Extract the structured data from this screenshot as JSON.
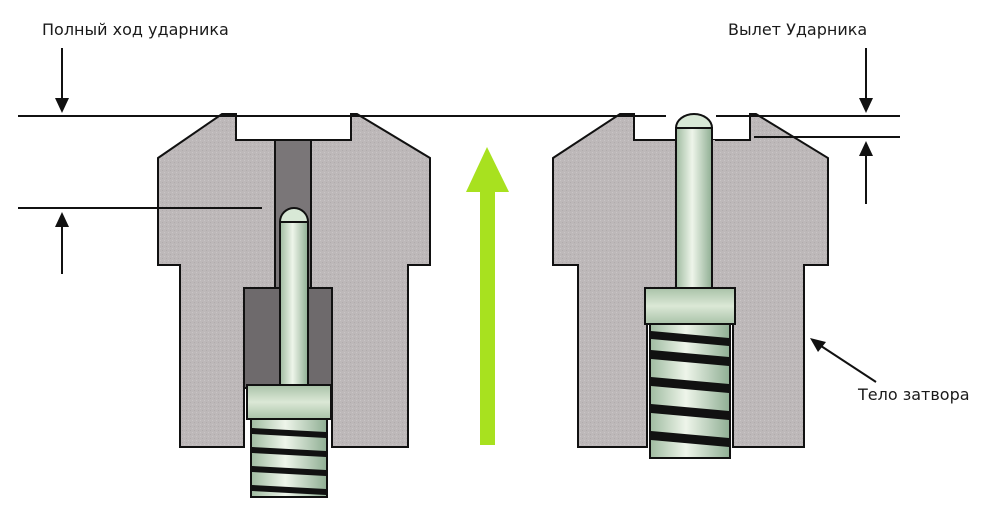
{
  "labels": {
    "full_stroke": "Полный ход ударника",
    "protrusion": "Вылет Ударника",
    "bolt_body": "Тело затвора"
  },
  "colors": {
    "body_fill": "#bdb8b9",
    "channel_fill": "#7a7678",
    "pin_fill": "#c9dcc8",
    "pin_highlight": "#e9f2e6",
    "spring_coil": "#111111",
    "arrow_green": "#a8e11f",
    "line": "#111111"
  },
  "left_view": {
    "state": "firing pin retracted"
  },
  "right_view": {
    "state": "firing pin protruding"
  },
  "center_arrow": {
    "direction": "up"
  }
}
